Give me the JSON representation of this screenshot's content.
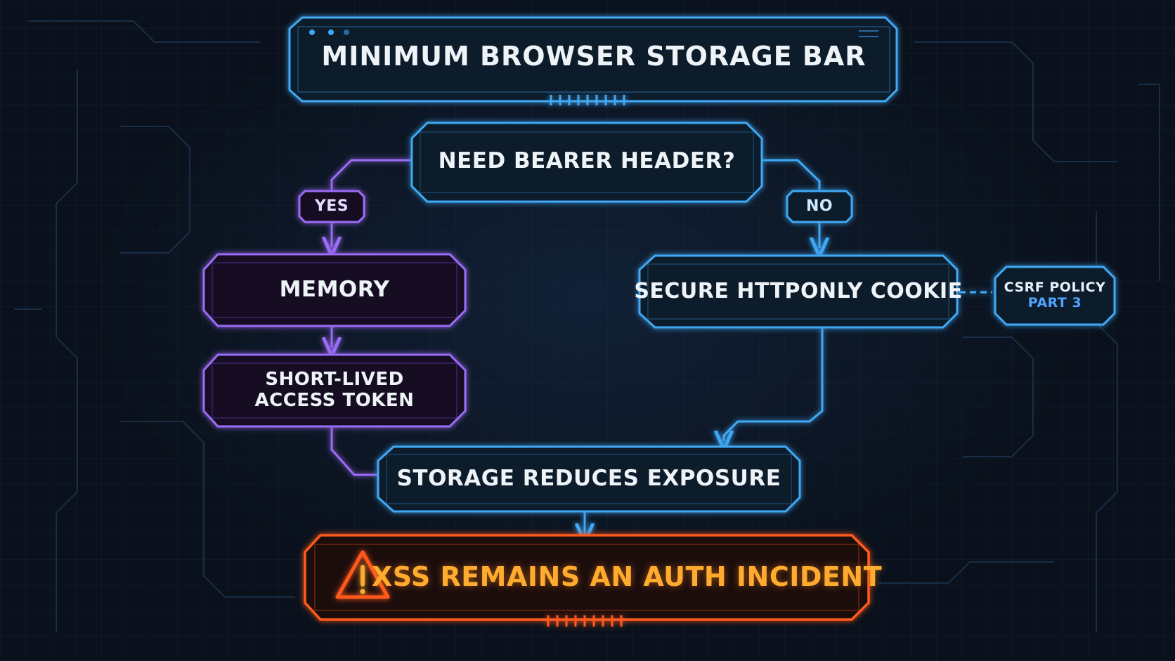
{
  "title": "MINIMUM BROWSER STORAGE BAR",
  "decision": {
    "question": "NEED BEARER HEADER?"
  },
  "branches": {
    "yes_label": "YES",
    "no_label": "NO"
  },
  "yes_path": {
    "memory": "MEMORY",
    "token_line1": "SHORT-LIVED",
    "token_line2": "ACCESS TOKEN"
  },
  "no_path": {
    "cookie": "SECURE HTTPONLY COOKIE"
  },
  "side_note": {
    "line1": "CSRF POLICY",
    "line2": "PART 3"
  },
  "merge": {
    "text": "STORAGE REDUCES EXPOSURE"
  },
  "warning": {
    "text": "XSS REMAINS AN AUTH INCIDENT",
    "icon": "warning-triangle-icon"
  },
  "colors": {
    "blue": "#3fa9f5",
    "purple": "#9b6cf5",
    "orange": "#ff5a1f",
    "warning_text": "#ffab2e",
    "background": "#0a111c"
  }
}
